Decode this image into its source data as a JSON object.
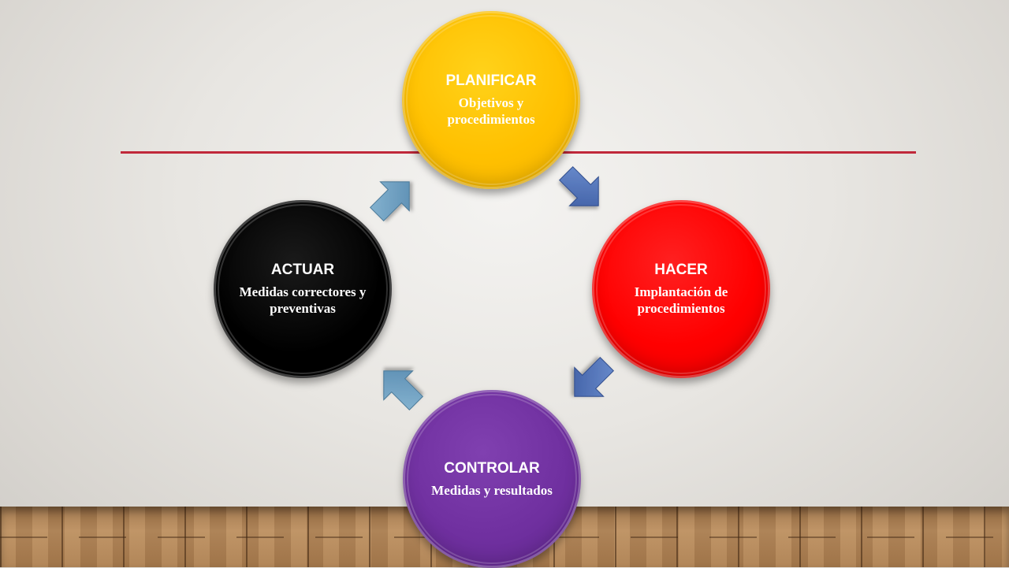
{
  "diagram": {
    "nodes": [
      {
        "title": "PLANIFICAR",
        "description": "Objetivos y procedimientos",
        "color": "#ffc000"
      },
      {
        "title": "HACER",
        "description": "Implantación de procedimientos",
        "color": "#ff0000"
      },
      {
        "title": "CONTROLAR",
        "description": "Medidas y resultados",
        "color": "#7030a0"
      },
      {
        "title": "ACTUAR",
        "description": "Medidas correctores y preventivas",
        "color": "#000000"
      }
    ],
    "colors": {
      "rule": "#c0283a",
      "arrow_dark": "#4a6bb0",
      "arrow_light": "#6a9cc0"
    }
  }
}
